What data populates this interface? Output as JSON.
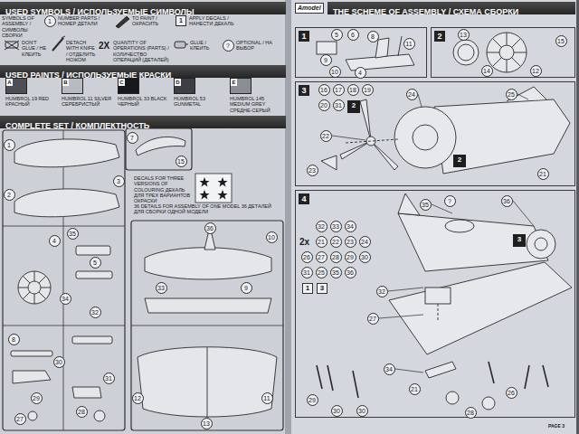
{
  "diagram": {
    "nodes": [
      {
        "text": [
          "USED SYMBOLS / ИСПОЛЬЗУЕМЫЕ СИМВОЛЫ"
        ]
      },
      {
        "text": [
          "USED PAINTS / ИСПОЛЬЗУЕМЫЕ КРАСКИ"
        ]
      },
      {
        "text": [
          "COMPLETE SET / КОМПЛЕКТНОСТЬ"
        ]
      },
      {
        "text": [
          "THE SCHEME OF ASSEMBLY / СХЕМА СБОРКИ"
        ]
      },
      {
        "text": [
          "1"
        ]
      },
      {
        "text": [
          "2"
        ]
      },
      {
        "text": [
          "3"
        ]
      },
      {
        "text": [
          "2"
        ],
        "in": 6
      },
      {
        "text": [
          "2"
        ],
        "in": 6
      },
      {
        "text": [
          "4"
        ]
      },
      {
        "text": [
          "1"
        ],
        "in": 9
      },
      {
        "text": [
          "3"
        ],
        "in": 9
      },
      {
        "text": [
          "3"
        ],
        "in": 9
      }
    ],
    "labels": [
      "SYMBOLS OF ASSEMBLY / СИМВОЛЫ СБОРКИ",
      "1",
      "NUMBER PARTS / НОМЕР ДЕТАЛИ",
      "TO PAINT / ОКРАСИТЬ",
      "1",
      "APPLY DECALS / НАНЕСТИ ДЕКАЛЬ",
      "DON'T GLUE / НЕ КЛЕИТЬ",
      "DETACH WITH KNIFE / ОТДЕЛИТЬ НОЖОМ",
      "2X",
      "QUANTITY OF OPERATIONS (PARTS) / КОЛИЧЕСТВО ОПЕРАЦИЙ (ДЕТАЛЕЙ)",
      "GLUE / КЛЕИТЬ",
      "?",
      "OPTIONAL / НА ВЫБОР",
      "A",
      "B",
      "C",
      "D",
      "E",
      "DECALS FOR THREE VERSIONS OF COLOURING ДЕКАЛЬ ДЛЯ ТРЕХ ВАРИАНТОВ ОКРАСКИ",
      "36 DETAILS FOR ASSEMBLY OF ONE MODEL 36 ДЕТАЛЕЙ ДЛЯ СБОРКИ ОДНОЙ МОДЕЛИ",
      "1",
      "2",
      "3",
      "4",
      "5",
      "34",
      "35",
      "32",
      "8",
      "30",
      "31",
      "29",
      "27",
      "28",
      "36",
      "33",
      "9",
      "10",
      "12",
      "11",
      "13",
      "7",
      "15",
      "Amodel",
      "PAGE 3",
      "5",
      "6",
      "9",
      "10",
      "4",
      "8",
      "11",
      "13",
      "14",
      "12",
      "15",
      "16",
      "17",
      "18",
      "19",
      "20",
      "31",
      "22",
      "23",
      "24",
      "25",
      "21",
      "32",
      "33",
      "34",
      "2x",
      "21",
      "22",
      "23",
      "24",
      "26",
      "27",
      "28",
      "29",
      "30",
      "31",
      "25",
      "35",
      "36",
      "36",
      "35",
      "?",
      "32",
      "27",
      "34",
      "21",
      "28",
      "26",
      "29",
      "30",
      "30"
    ],
    "legend": [
      {
        "text": "HUMBROL 19 RED КРАСНЫЙ",
        "color": "#4d4f55"
      },
      {
        "text": "HUMBROL 11 SILVER СЕРЕБРИСТЫЙ",
        "color": "#b8bbc2"
      },
      {
        "text": "HUMBROL 33 BLACK ЧЕРНЫЙ",
        "color": "#17181b"
      },
      {
        "text": "HUMBROL 53 GUNMETAL",
        "color": "#3c3e44"
      },
      {
        "text": "HUMBROL 145 MEDIUM GREY СРЕДНЕ-СЕРЫЙ",
        "color": "#8a8d94"
      }
    ]
  }
}
